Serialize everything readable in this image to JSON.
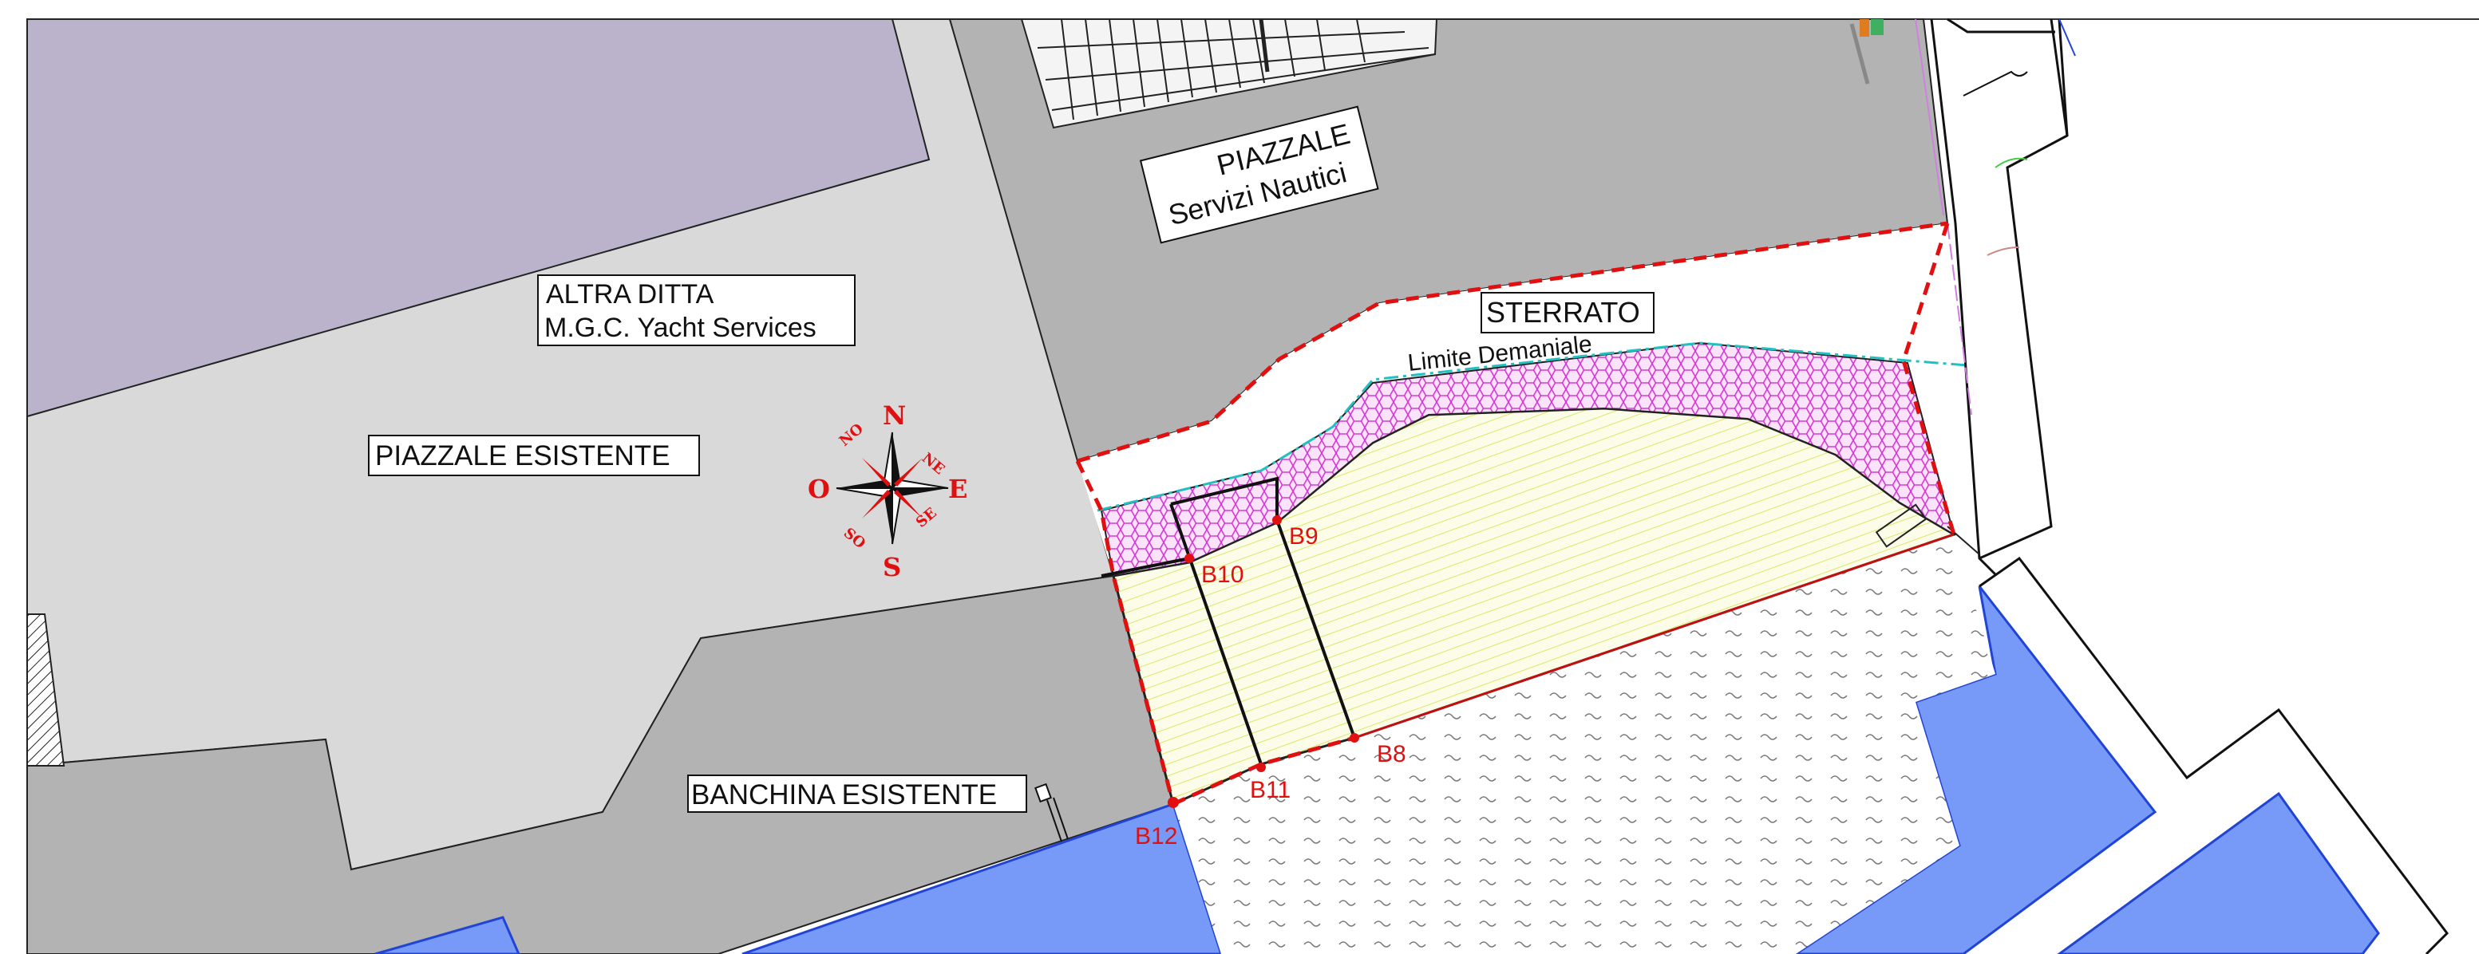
{
  "labels": {
    "altra_ditta": [
      "ALTRA DITTA",
      "M.G.C. Yacht Services"
    ],
    "piazzale_esistente": "PIAZZALE ESISTENTE",
    "piazzale_servizi": [
      "PIAZZALE",
      "Servizi Nautici"
    ],
    "sterrato": "STERRATO",
    "limite_demaniale": "Limite Demaniale",
    "banchina_esistente": "BANCHINA ESISTENTE"
  },
  "points": [
    "B8",
    "B9",
    "B10",
    "B11",
    "B12"
  ],
  "compass": {
    "N": "N",
    "S": "S",
    "E": "E",
    "O": "O",
    "NE": "NE",
    "NO": "NO",
    "SE": "SE",
    "SO": "SO"
  },
  "colors": {
    "purple_area": "#bbb3cc",
    "light_gray": "#d9d9d9",
    "dark_gray": "#b3b3b3",
    "water": "#7799f7",
    "hatch_magenta": "#d63ad6",
    "hatch_yellow": "#e6f0a8",
    "red_boundary": "#e01010",
    "point_red": "#e01010"
  }
}
